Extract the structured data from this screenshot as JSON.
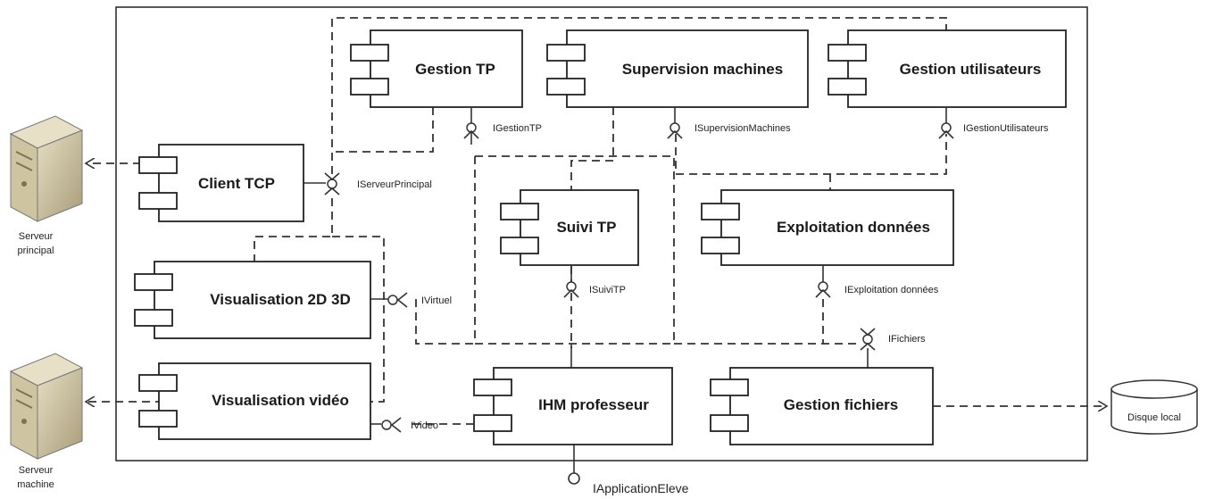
{
  "components": {
    "gestion_tp": "Gestion TP",
    "supervision_machines": "Supervision machines",
    "gestion_utilisateurs": "Gestion utilisateurs",
    "client_tcp": "Client TCP",
    "suivi_tp": "Suivi TP",
    "exploitation_donnees": "Exploitation données",
    "visualisation_2d3d": "Visualisation 2D 3D",
    "visualisation_video": "Visualisation vidéo",
    "ihm_professeur": "IHM professeur",
    "gestion_fichiers": "Gestion fichiers"
  },
  "interfaces": {
    "igestiontp": "IGestionTP",
    "isupervision": "ISupervisionMachines",
    "igestionutil": "IGestionUtilisateurs",
    "iserveur": "IServeurPrincipal",
    "isuivitp": "ISuiviTP",
    "iexploitation": "IExploitation données",
    "ivirtuel": "IVirtuel",
    "ifichiers": "IFichiers",
    "ivideo": "IVideo",
    "iappeleve": "IApplicationEleve"
  },
  "nodes": {
    "serveur_principal": [
      "Serveur",
      "principal"
    ],
    "serveur_machine": [
      "Serveur",
      "machine"
    ],
    "disque_local": "Disque local"
  },
  "colors": {
    "line": "#333333",
    "box_fill": "#ffffff",
    "server_body": "#c9bd98",
    "server_front": "#dcd3b3"
  }
}
